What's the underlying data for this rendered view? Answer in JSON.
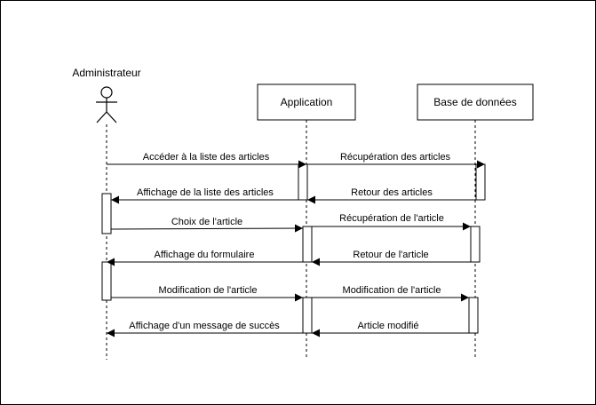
{
  "diagram": {
    "participants": {
      "actor": "Administrateur",
      "app": "Application",
      "db": "Base de données"
    },
    "messages": [
      {
        "label": "Accéder à la liste des articles",
        "from": "actor",
        "to": "app"
      },
      {
        "label": "Récupération des articles",
        "from": "app",
        "to": "db"
      },
      {
        "label": "Affichage de la liste des articles",
        "from": "app",
        "to": "actor"
      },
      {
        "label": "Retour des articles",
        "from": "db",
        "to": "app"
      },
      {
        "label": "Choix de l'article",
        "from": "actor",
        "to": "app"
      },
      {
        "label": "Récupération de l'article",
        "from": "app",
        "to": "db"
      },
      {
        "label": "Affichage du formulaire",
        "from": "app",
        "to": "actor"
      },
      {
        "label": "Retour de l'article",
        "from": "db",
        "to": "app"
      },
      {
        "label": "Modification de l'article",
        "from": "actor",
        "to": "app"
      },
      {
        "label": "Modification de l'article",
        "from": "app",
        "to": "db"
      },
      {
        "label": "Affichage d'un message de succès",
        "from": "app",
        "to": "actor"
      },
      {
        "label": "Article modifié",
        "from": "db",
        "to": "app"
      }
    ]
  }
}
